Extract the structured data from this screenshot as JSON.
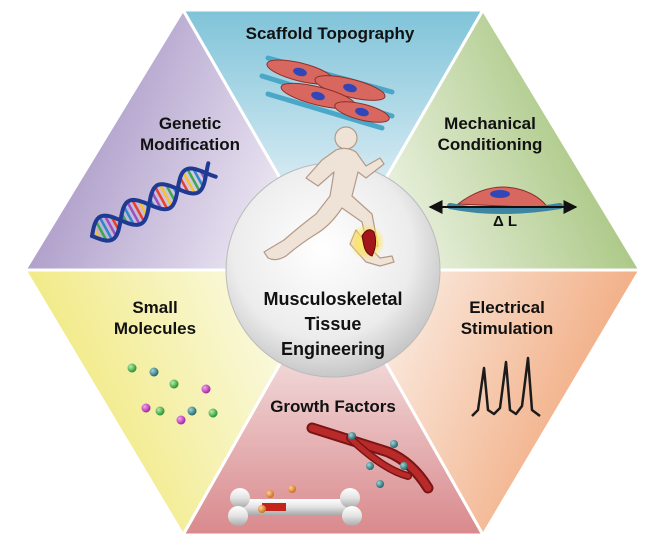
{
  "center": {
    "line1": "Musculoskeletal",
    "line2": "Tissue",
    "line3": "Engineering"
  },
  "segments": {
    "top": {
      "label": "Scaffold Topography",
      "color_light": "#eef6fa",
      "color_dark": "#7fc3d9"
    },
    "upper_right": {
      "line1": "Mechanical",
      "line2": "Conditioning",
      "annotation": "Δ L",
      "color_light": "#f2f6ea",
      "color_dark": "#9dbf72"
    },
    "lower_right": {
      "line1": "Electrical",
      "line2": "Stimulation",
      "color_light": "#fbefe6",
      "color_dark": "#f0a273"
    },
    "bottom": {
      "label": "Growth Factors",
      "color_light": "#f8eeee",
      "color_dark": "#d9898c"
    },
    "lower_left": {
      "line1": "Small",
      "line2": "Molecules",
      "color_light": "#fbfbe9",
      "color_dark": "#f0e774"
    },
    "upper_left": {
      "line1": "Genetic",
      "line2": "Modification",
      "color_light": "#f2eef7",
      "color_dark": "#a28fc2"
    }
  }
}
